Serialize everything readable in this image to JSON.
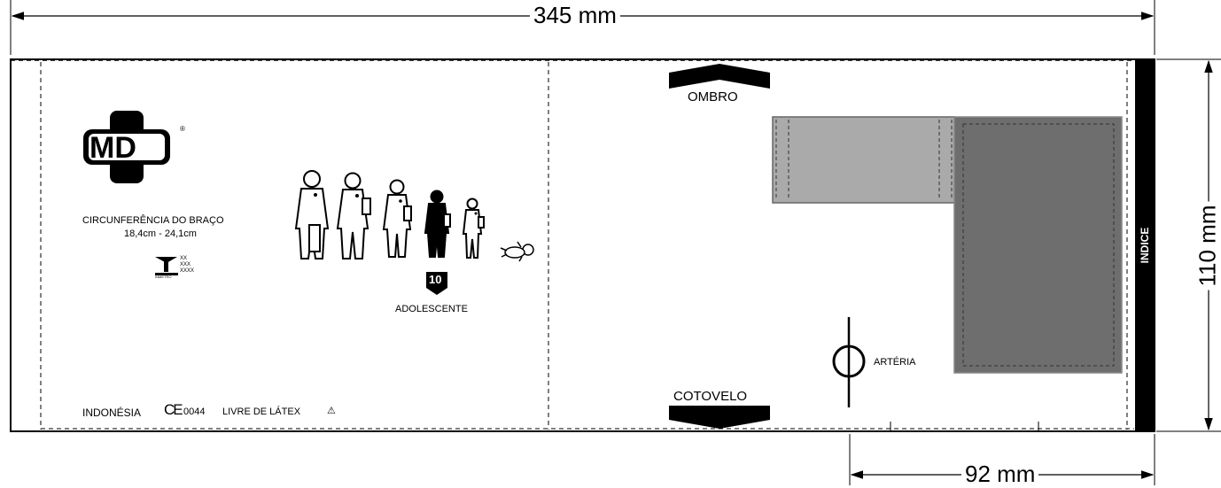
{
  "dimensions": {
    "width_label": "345 mm",
    "height_label": "110 mm",
    "index_width_label": "92 mm"
  },
  "logo": {
    "brand": "MD",
    "registered_mark": "®"
  },
  "arm_info": {
    "title": "CIRCUNFERÊNCIA DO BRAÇO",
    "range": "18,4cm - 24,1cm"
  },
  "inmetro": {
    "mark": "INMETRO",
    "lines": [
      "XX",
      "XXX",
      "XXXX"
    ]
  },
  "size": {
    "number": "10",
    "category": "ADOLESCENTE",
    "highlighted_figure_index": 3
  },
  "figures": [
    {
      "name": "adult-large-figure",
      "fill": "#ffffff"
    },
    {
      "name": "adult-figure",
      "fill": "#ffffff"
    },
    {
      "name": "small-adult-figure",
      "fill": "#ffffff"
    },
    {
      "name": "adolescent-figure",
      "fill": "#000000"
    },
    {
      "name": "child-figure",
      "fill": "#ffffff"
    },
    {
      "name": "infant-figure",
      "fill": "#ffffff"
    }
  ],
  "footer": {
    "origin": "INDONÉSIA",
    "ce_mark": "CE",
    "ce_number": "0044",
    "latex": "LIVRE DE LÁTEX",
    "warning_symbol": "⚠"
  },
  "markers": {
    "shoulder": "OMBRO",
    "elbow": "COTOVELO",
    "artery": "ARTÉRIA",
    "index": "INDICE"
  },
  "colors": {
    "bladder_light": "#aaaaaa",
    "bladder_dark": "#6e6e6e",
    "index_strip": "#000000",
    "outline": "#000000"
  }
}
